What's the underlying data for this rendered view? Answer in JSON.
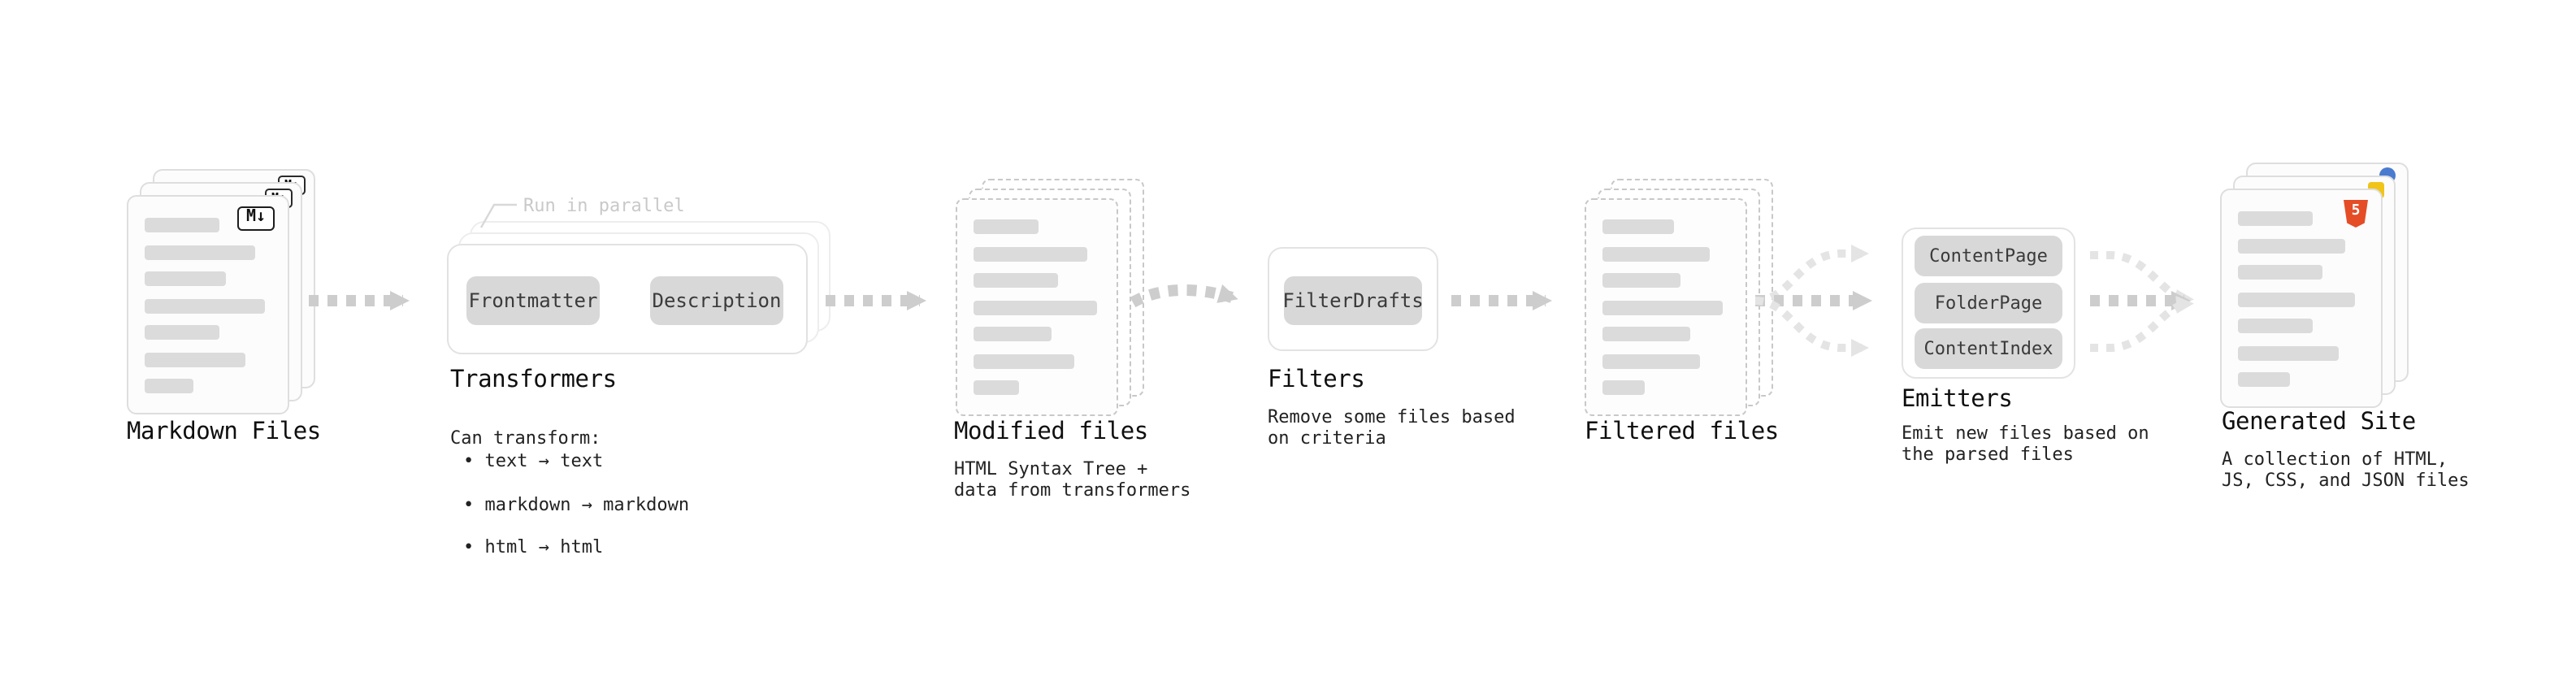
{
  "stages": {
    "markdown_files": {
      "label": "Markdown Files"
    },
    "transformers": {
      "label": "Transformers",
      "parallel_note": "Run in parallel",
      "node1": "Frontmatter",
      "node2": "Description",
      "desc_title": "Can transform:",
      "bullets": [
        "• text → text",
        "• markdown → markdown",
        "• html → html"
      ]
    },
    "modified_files": {
      "label": "Modified files",
      "description": "HTML Syntax Tree +\ndata from transformers"
    },
    "filters": {
      "label": "Filters",
      "node": "FilterDrafts",
      "description": "Remove some files based\non criteria"
    },
    "filtered_files": {
      "label": "Filtered files"
    },
    "emitters": {
      "label": "Emitters",
      "nodes": [
        "ContentPage",
        "FolderPage",
        "ContentIndex"
      ],
      "description": "Emit new files based on\nthe parsed files"
    },
    "generated_site": {
      "label": "Generated Site",
      "description": "A collection of HTML,\nJS, CSS, and JSON files"
    }
  },
  "icons": {
    "markdown": "M↓",
    "html5": "5"
  },
  "colors": {
    "arrow": "#cdcdcd",
    "arrow_light": "#e4e4e4",
    "node_bg": "#d8d8d8",
    "html5_orange": "#e44d26",
    "js_yellow": "#f0c419",
    "ts_blue": "#4a7bd0"
  }
}
